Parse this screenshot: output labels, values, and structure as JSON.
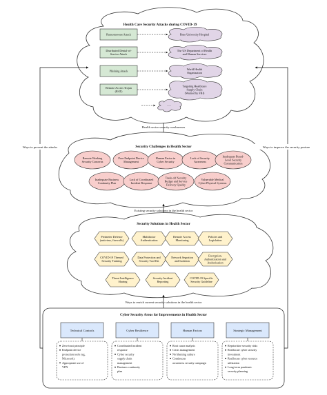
{
  "attacks": {
    "title": "Health Care Security Attacks during COVID-19",
    "items": [
      {
        "attack": [
          "Ransomeware Attack"
        ],
        "target": [
          "Brno University Hospital"
        ]
      },
      {
        "attack": [
          "Distributed Denial-of-",
          "Service Attack"
        ],
        "target": [
          "The US Department of Health",
          "and Human Services"
        ]
      },
      {
        "attack": [
          "Phishing Attack"
        ],
        "target": [
          "World Health",
          "Organization"
        ]
      },
      {
        "attack": [
          "Remote Access Trojan",
          "(RAT)"
        ],
        "target": [
          "Targeting Healthcare",
          "Supply Chain",
          "(Warned by FBI)"
        ]
      }
    ],
    "ellipsis": "......"
  },
  "flows": {
    "weaknesses": "Health sector security weaknesses",
    "existing": "Existing security solutions in the health sector",
    "enrich": "Ways to enrich current security solutions in the health sector",
    "prevent": "Ways to prevent the attacks",
    "improve": "Ways to improve the security posture"
  },
  "challenges": {
    "title": "Security Challenges in Health Sector",
    "items": [
      [
        "Remote Working",
        "Security Concerns"
      ],
      [
        "Poor Endpoint Device",
        "Management"
      ],
      [
        "Human Factor in",
        "Cyber Security"
      ],
      [
        "Lack of Security",
        "Awareness"
      ],
      [
        "Inadequate Board-",
        "Level Security",
        "Communication"
      ],
      [
        "Inadequate Business",
        "Continuity Plan"
      ],
      [
        "Lack of Coordinated",
        "Incident Response"
      ],
      [
        "Trade-off Security",
        "Budget and Service",
        "Delivery Quality"
      ],
      [
        "Vulnerable Medical",
        "Cyber-Physical Systems"
      ]
    ]
  },
  "solutions": {
    "title": "Security Solutions in Health Sector",
    "items": [
      [
        "Perimeter Defence",
        "(antivirus, firewalls)"
      ],
      [
        "Multifactor",
        "Authentication"
      ],
      [
        "Remote Access",
        "Monitoring"
      ],
      [
        "Policies and",
        "Legislation"
      ],
      [
        "COVID-19 Themed",
        "Security Training"
      ],
      [
        "Data Protection and",
        "Security Tool Kit"
      ],
      [
        "Network Segration",
        "and Isolation"
      ],
      [
        "Encryption,",
        "Authentication and",
        "Authorization"
      ],
      [
        "Threat Intelligence",
        "Sharing"
      ],
      [
        "Security Incident",
        "Reporting"
      ],
      [
        "COVID-19 Specific",
        "Security Guideline"
      ]
    ]
  },
  "areas": {
    "title": "Cyber Security Areas for Improvements in Health Sector",
    "columns": [
      {
        "name": "Technical Controls",
        "bullets": [
          "Zero-trust principle",
          "Endpoint device",
          "protection tools (eg,",
          "Microsoft)",
          "Appropriate use of",
          "VPN"
        ],
        "starts": [
          0,
          1,
          4
        ]
      },
      {
        "name": "Cyber Resilience",
        "bullets": [
          "Coordinated incident",
          "response",
          "Cyber security",
          "supply chain",
          "management",
          "Business continuity",
          "plan"
        ],
        "starts": [
          0,
          2,
          5
        ]
      },
      {
        "name": "Human Factors",
        "bullets": [
          "Root cause analysis",
          "Crisis management",
          "No blaming culture",
          "Continuous",
          "awareness security campaign"
        ],
        "starts": [
          0,
          1,
          2,
          3
        ]
      },
      {
        "name": "Strategic Management",
        "bullets": [
          "Reprioritize security risks",
          "Reallocate cyber security",
          "investment",
          "Reallocate cyber resource",
          "utilization",
          "Long-term pandemic",
          "security planning"
        ],
        "starts": [
          0,
          1,
          3,
          5
        ]
      }
    ]
  },
  "colors": {
    "cloud": "#ffffff",
    "attack_box": "#d5e8d4",
    "target_cloud": "#e1d5e7",
    "challenge_oval": "#f8cecc",
    "solution_hex": "#fff2cc",
    "area_header": "#dae8fc",
    "outline": "#333333"
  }
}
